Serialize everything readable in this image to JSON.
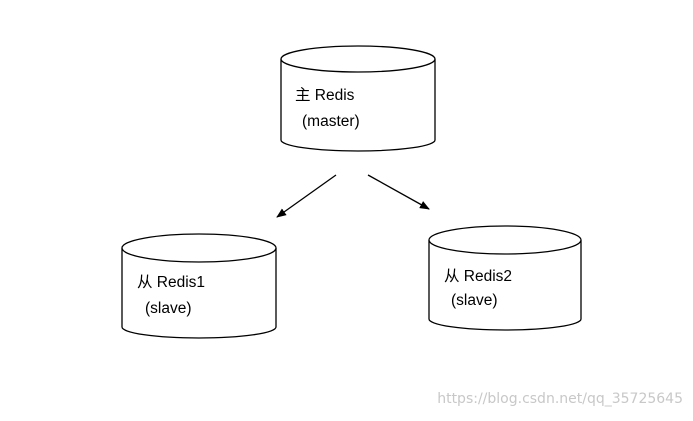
{
  "diagram": {
    "nodes": [
      {
        "id": "master",
        "line1": "主 Redis",
        "line2": "(master)"
      },
      {
        "id": "slave1",
        "line1": "从 Redis1",
        "line2": "(slave)"
      },
      {
        "id": "slave2",
        "line1": "从 Redis2",
        "line2": "(slave)"
      }
    ],
    "edges": [
      {
        "from": "master",
        "to": "slave1"
      },
      {
        "from": "master",
        "to": "slave2"
      }
    ]
  },
  "watermark": "https://blog.csdn.net/qq_35725645",
  "colors": {
    "stroke": "#000000",
    "fill": "#ffffff",
    "watermark": "#c8c8c8"
  }
}
